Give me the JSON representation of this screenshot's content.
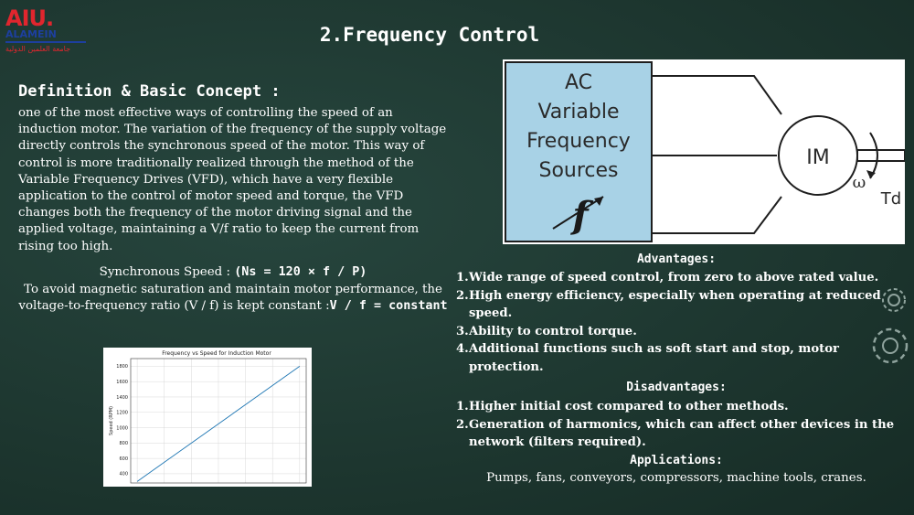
{
  "logo": {
    "main": "AIU.",
    "sub": "ALAMEIN",
    "arabic": "جامعة العلمين الدولية"
  },
  "title": "2.Frequency Control",
  "definition": {
    "heading": "Definition & Basic Concept :",
    "paragraph": " one of the most effective ways of controlling the speed of an induction motor. The variation of the frequency of the supply voltage directly controls the synchronous speed of the motor. This way of control is more traditionally realized through the method of the Variable Frequency Drives (VFD), which have a very flexible application to the control of motor speed and torque, the VFD changes both the frequency of the motor driving signal and the applied voltage, maintaining a V/f ratio to keep the current from rising too high.",
    "sync_prefix": "Synchronous Speed : ",
    "sync_formula": "(Ns = 120 × f / P)",
    "vf_text": "To avoid magnetic saturation and maintain motor performance, the voltage-to-frequency ratio (V / f) is kept constant :",
    "vf_formula": "V / f = constant"
  },
  "diagram": {
    "source_lines": [
      "AC",
      "Variable",
      "Frequency",
      "Sources"
    ],
    "source_symbol": "f",
    "motor_label": "IM",
    "omega": "ω",
    "torque": "Td"
  },
  "chart_data": {
    "type": "line",
    "title": "Frequency vs Speed for Induction Motor",
    "xlabel": "",
    "ylabel": "Speed (RPM)",
    "yticks": [
      400,
      600,
      800,
      1000,
      1200,
      1400,
      1600,
      1800
    ],
    "ylim": [
      280,
      1900
    ],
    "x": [
      10,
      60
    ],
    "series": [
      {
        "values": [
          300,
          1800
        ]
      }
    ],
    "grid": true,
    "line_color": "#1f77b4"
  },
  "advantages": {
    "heading": "Advantages:",
    "items": [
      {
        "num": "1.",
        "text": "Wide range of speed control, from zero to above rated value."
      },
      {
        "num": "2.",
        "text": "High energy efficiency, especially when operating at reduced speed."
      },
      {
        "num": "3.",
        "text": "Ability to control torque."
      },
      {
        "num": "4.",
        "text": "Additional functions such as soft start and stop, motor protection."
      }
    ]
  },
  "disadvantages": {
    "heading": "Disadvantages:",
    "items": [
      {
        "num": "1.",
        "text": "Higher initial cost compared to other methods."
      },
      {
        "num": "2.",
        "text": "Generation of harmonics, which can affect other devices in the network (filters required)."
      }
    ]
  },
  "applications": {
    "heading": "Applications:",
    "text": "Pumps, fans, conveyors, compressors, machine tools, cranes."
  },
  "colors": {
    "background": "#1f3a33",
    "diagram_blue": "#a8d2e6",
    "logo_red": "#e0262e",
    "logo_blue": "#1d3f9e"
  }
}
